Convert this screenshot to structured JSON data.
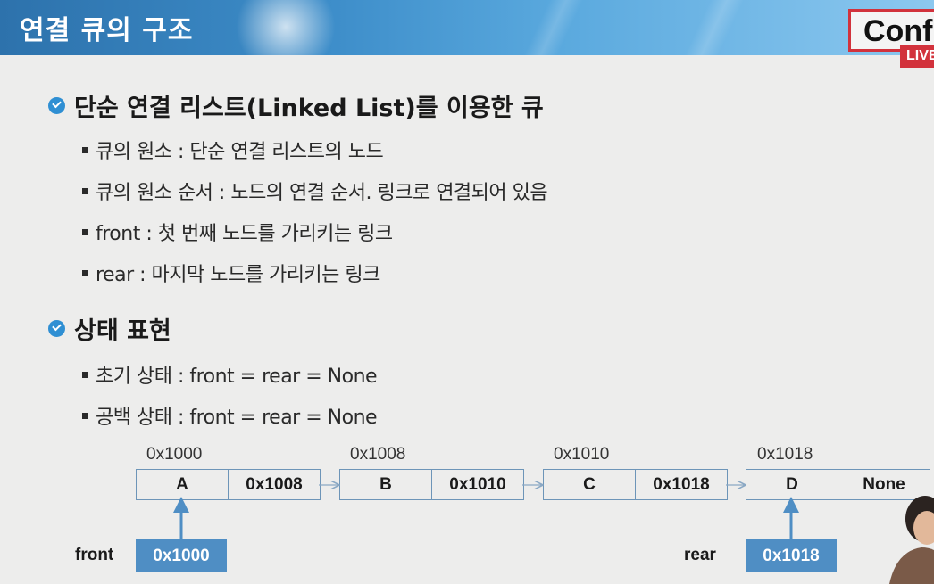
{
  "header": {
    "title": "연결 큐의 구조",
    "logo_text": "Conf",
    "live_badge": "LIVE"
  },
  "sections": [
    {
      "title": "단순 연결 리스트(Linked List)를 이용한 큐",
      "bullets": [
        "큐의 원소 : 단순 연결 리스트의 노드",
        "큐의 원소 순서 : 노드의 연결 순서. 링크로 연결되어 있음",
        "front : 첫 번째 노드를 가리키는 링크",
        "rear : 마지막 노드를 가리키는 링크"
      ]
    },
    {
      "title": "상태 표현",
      "bullets": [
        "초기 상태 : front = rear = None",
        "공백 상태 : front = rear = None"
      ]
    }
  ],
  "diagram": {
    "nodes": [
      {
        "address": "0x1000",
        "data": "A",
        "link": "0x1008"
      },
      {
        "address": "0x1008",
        "data": "B",
        "link": "0x1010"
      },
      {
        "address": "0x1010",
        "data": "C",
        "link": "0x1018"
      },
      {
        "address": "0x1018",
        "data": "D",
        "link": "None"
      }
    ],
    "front": {
      "label": "front",
      "value": "0x1000"
    },
    "rear": {
      "label": "rear",
      "value": "0x1018"
    }
  },
  "colors": {
    "header_blue": "#3d8dc9",
    "accent_blue": "#2f8fd3",
    "pointer_box": "#4f8ec4",
    "live_red": "#d2323c"
  }
}
